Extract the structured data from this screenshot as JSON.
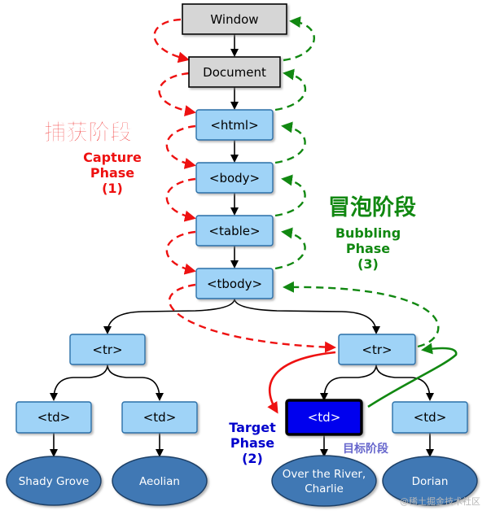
{
  "nodes": {
    "window": "Window",
    "document": "Document",
    "html": "<html>",
    "body": "<body>",
    "table": "<table>",
    "tbody": "<tbody>",
    "tr_left": "<tr>",
    "tr_right": "<tr>",
    "td_1": "<td>",
    "td_2": "<td>",
    "td_target": "<td>",
    "td_4": "<td>"
  },
  "leaves": {
    "leaf_1": [
      "Shady Grove"
    ],
    "leaf_2": [
      "Aeolian"
    ],
    "leaf_3": [
      "Over the River,",
      "Charlie"
    ],
    "leaf_4": [
      "Dorian"
    ]
  },
  "capture": {
    "title": "捕获阶段",
    "line1": "Capture",
    "line2": "Phase",
    "line3": "(1)"
  },
  "bubbling": {
    "title": "冒泡阶段",
    "line1": "Bubbling",
    "line2": "Phase",
    "line3": "(3)"
  },
  "target": {
    "line1": "Target",
    "line2": "Phase",
    "line3": "(2)",
    "cn": "目标阶段"
  },
  "watermark": "@稀土掘金技术社区",
  "colors": {
    "gray_box": "#d6d6d6",
    "blue_box": "#9fd3f7",
    "target_box": "#0000ee",
    "leaf": "#3f78b4",
    "capture": "#ee1111",
    "bubbling": "#118811",
    "target_text": "#0000cc",
    "target_cn": "#6666cc"
  }
}
